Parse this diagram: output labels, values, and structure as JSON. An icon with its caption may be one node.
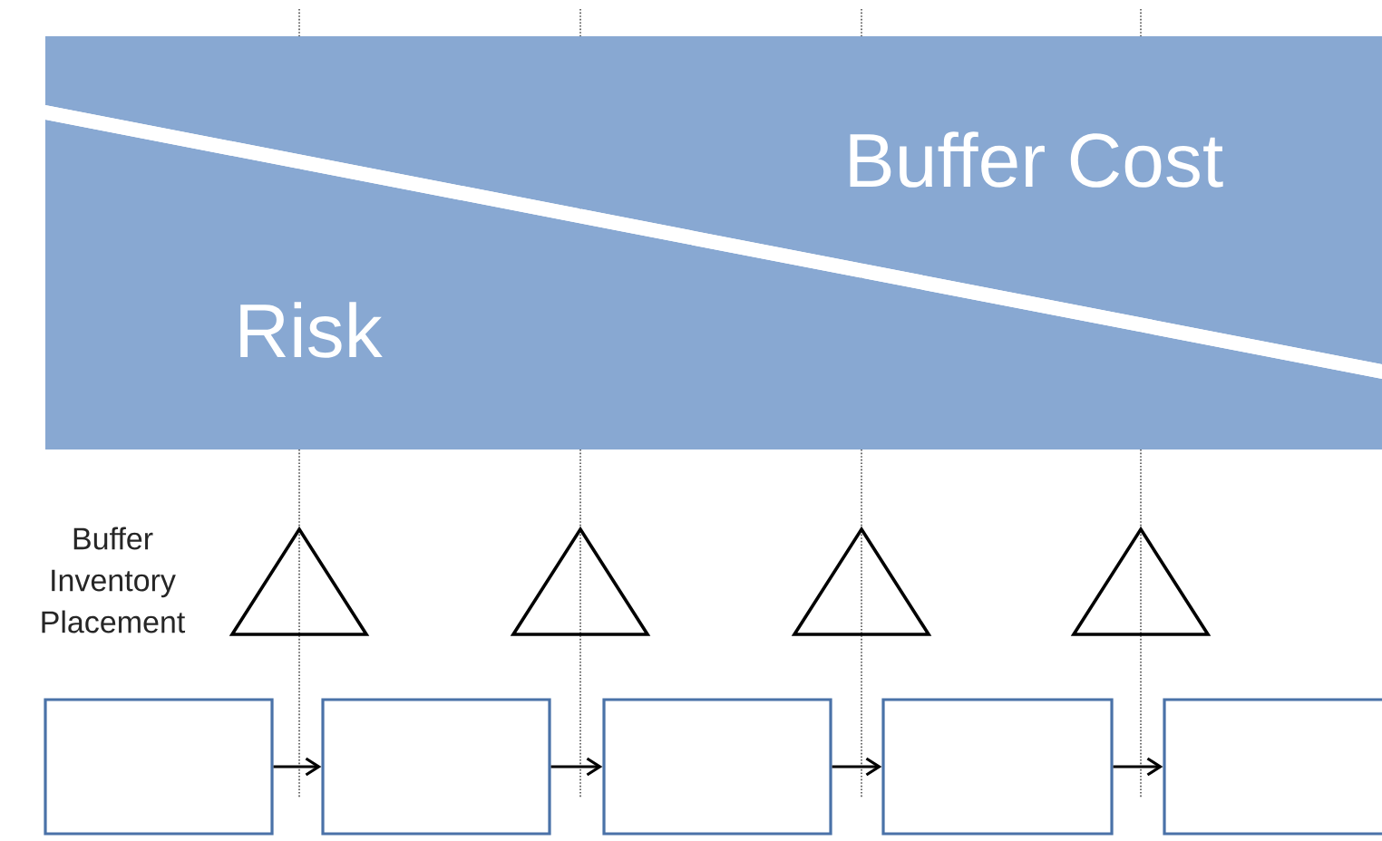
{
  "diagram": {
    "nodes": [
      {
        "text": [
          "Buffer Cost"
        ]
      },
      {
        "text": [
          "Risk"
        ]
      },
      {
        "text": [],
        "shape": "triangle"
      },
      {
        "text": [],
        "shape": "triangle"
      },
      {
        "text": [],
        "shape": "triangle"
      },
      {
        "text": [],
        "shape": "triangle"
      },
      {
        "text": [],
        "shape": "box"
      },
      {
        "text": [],
        "shape": "box"
      },
      {
        "text": [],
        "shape": "box"
      },
      {
        "text": [],
        "shape": "box"
      },
      {
        "text": [],
        "shape": "box"
      }
    ],
    "edges": [
      {
        "from": 6,
        "to": 7,
        "arrow": "to"
      },
      {
        "from": 7,
        "to": 8,
        "arrow": "to"
      },
      {
        "from": 8,
        "to": 9,
        "arrow": "to"
      },
      {
        "from": 9,
        "to": 10,
        "arrow": "to"
      }
    ],
    "labels": [
      "Buffer Inventory Placement"
    ]
  }
}
